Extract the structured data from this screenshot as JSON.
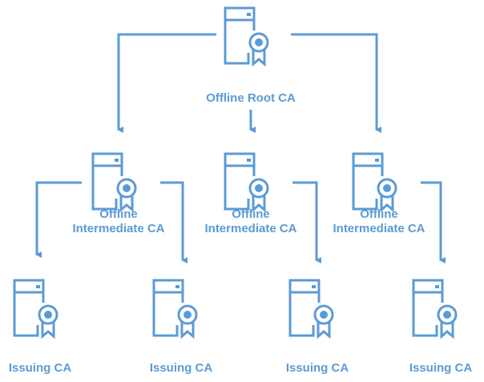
{
  "colors": {
    "stroke": "#5B9BD5",
    "text": "#5B9BD5",
    "background": "#ffffff"
  },
  "icon": "server-certificate-icon",
  "nodes": {
    "root": {
      "label_lines": [
        "Offline Root CA"
      ]
    },
    "intermediates": [
      {
        "label_lines": [
          "Offline",
          "Intermediate CA"
        ]
      },
      {
        "label_lines": [
          "Offline",
          "Intermediate CA"
        ]
      },
      {
        "label_lines": [
          "Offline",
          "Intermediate CA"
        ]
      }
    ],
    "issuing": [
      {
        "label_lines": [
          "Issuing CA"
        ]
      },
      {
        "label_lines": [
          "Issuing CA"
        ]
      },
      {
        "label_lines": [
          "Issuing CA"
        ]
      },
      {
        "label_lines": [
          "Issuing CA"
        ]
      }
    ]
  },
  "edges": [
    {
      "from": "root",
      "to": "intermediate-1"
    },
    {
      "from": "root",
      "to": "intermediate-2"
    },
    {
      "from": "root",
      "to": "intermediate-3"
    },
    {
      "from": "intermediate-1",
      "to": "issuing-1"
    },
    {
      "from": "intermediate-1",
      "to": "issuing-2"
    },
    {
      "from": "intermediate-2",
      "to": "issuing-3"
    },
    {
      "from": "intermediate-3",
      "to": "issuing-4"
    }
  ]
}
